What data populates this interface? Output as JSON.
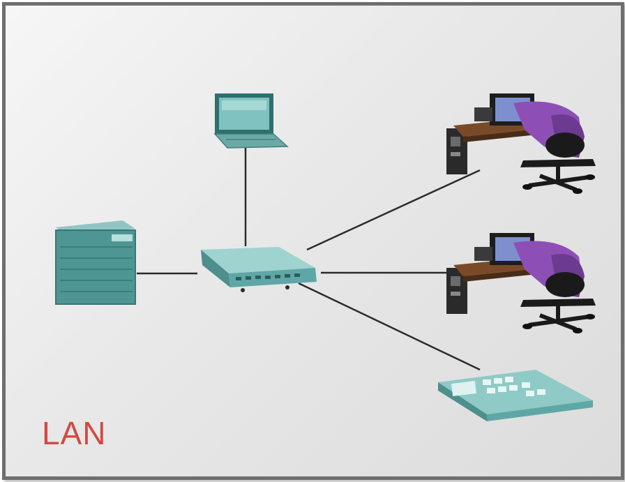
{
  "diagram": {
    "label": "LAN",
    "colors": {
      "label": "#d24a43",
      "device_teal": "#5fa7a6",
      "device_teal_dark": "#3f7f7f",
      "link": "#2b2b2b",
      "frame_border": "#6e6e6e",
      "user_purple": "#8d4fb5"
    },
    "devices": [
      {
        "id": "server",
        "icon": "server-icon"
      },
      {
        "id": "switch",
        "icon": "switch-icon"
      },
      {
        "id": "laptop",
        "icon": "laptop-icon"
      },
      {
        "id": "workstation-1",
        "icon": "workstation-icon"
      },
      {
        "id": "workstation-2",
        "icon": "workstation-icon"
      },
      {
        "id": "ip-phone",
        "icon": "ip-phone-icon"
      }
    ],
    "links": [
      {
        "from": "server",
        "to": "switch"
      },
      {
        "from": "laptop",
        "to": "switch"
      },
      {
        "from": "switch",
        "to": "workstation-1"
      },
      {
        "from": "switch",
        "to": "workstation-2"
      },
      {
        "from": "switch",
        "to": "ip-phone"
      }
    ]
  }
}
